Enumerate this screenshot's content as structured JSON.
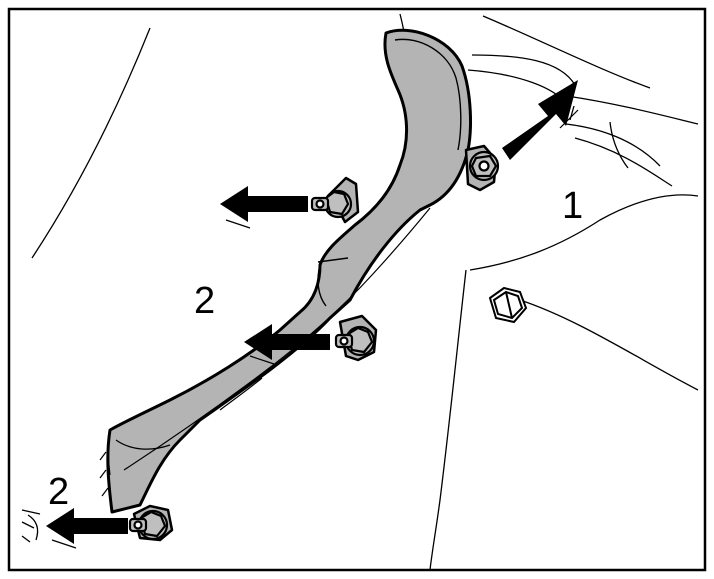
{
  "diagram": {
    "callouts": [
      {
        "id": "callout-1",
        "label": "1"
      },
      {
        "id": "callout-2-upper",
        "label": "2"
      },
      {
        "id": "callout-2-lower",
        "label": "2"
      }
    ],
    "parts": [
      {
        "name": "heat-shield",
        "desc": ""
      },
      {
        "name": "bolt-upper-right"
      },
      {
        "name": "nut-upper"
      },
      {
        "name": "nut-middle"
      },
      {
        "name": "nut-lower"
      },
      {
        "name": "nut-body"
      }
    ],
    "colors": {
      "line": "#000000",
      "shield_fill": "#b4b4b4",
      "hardware_fill": "#bfbfbf",
      "background": "#ffffff"
    }
  }
}
